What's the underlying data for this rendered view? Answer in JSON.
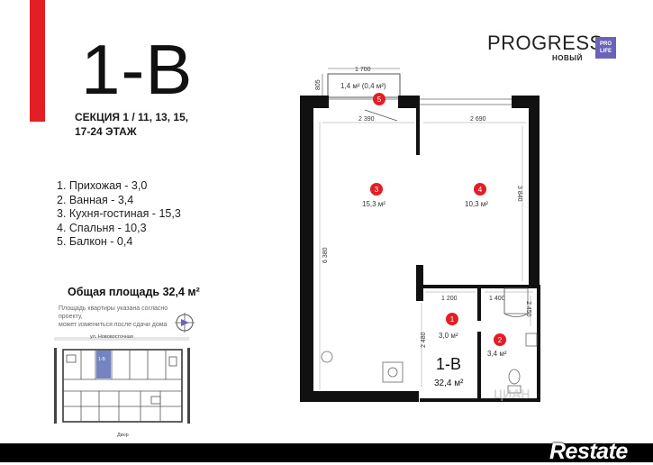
{
  "plan": {
    "type_title": "1-B",
    "section_line1": "СЕКЦИЯ 1 / 11, 13, 15,",
    "section_line2": "17-24 ЭТАЖ",
    "rooms": [
      {
        "label": "1. Прихожая - 3,0"
      },
      {
        "label": "2. Ванная - 3,4"
      },
      {
        "label": "3. Кухня-гостиная - 15,3"
      },
      {
        "label": "4. Спальня - 10,3"
      },
      {
        "label": "5. Балкон - 0,4"
      }
    ],
    "total_area": "Общая площадь 32,4 м²",
    "note_line1": "Площадь квартиры указана согласно проекту,",
    "note_line2": "может измениться после сдачи дома"
  },
  "brand": {
    "name": "PROGRESS",
    "sub": "НОВЫЙ",
    "box_line1": "PRO",
    "box_line2": "LIFE"
  },
  "floorplan": {
    "markers": [
      {
        "num": "1",
        "area": "3,0 м²"
      },
      {
        "num": "2",
        "area": "3,4 м²"
      },
      {
        "num": "3",
        "area": "15,3 м²"
      },
      {
        "num": "4",
        "area": "10,3 м²"
      },
      {
        "num": "5",
        "area": "1,4 м² (0,4 м²)"
      }
    ],
    "dims": {
      "balcony_w": "1 700",
      "balcony_h": "805",
      "kitchen_w": "2 390",
      "bedroom_w": "2 690",
      "bedroom_h": "3 840",
      "total_h": "6 380",
      "hall_w": "1 200",
      "bath_w": "1 400",
      "bath_h": "2 450",
      "hall_h": "2 480"
    },
    "unit_label": "1-B",
    "unit_area": "32,4 м²",
    "keyplan_street": "ул. Нововосточная",
    "keyplan_bottom": "Двор",
    "keyplan_unit": "1-В",
    "watermark": "Restate",
    "cian": "ЦИАН"
  },
  "colors": {
    "accent_red": "#e31e24",
    "brand_purple": "#6a63b8",
    "highlight_blue": "#5b6fb5"
  }
}
